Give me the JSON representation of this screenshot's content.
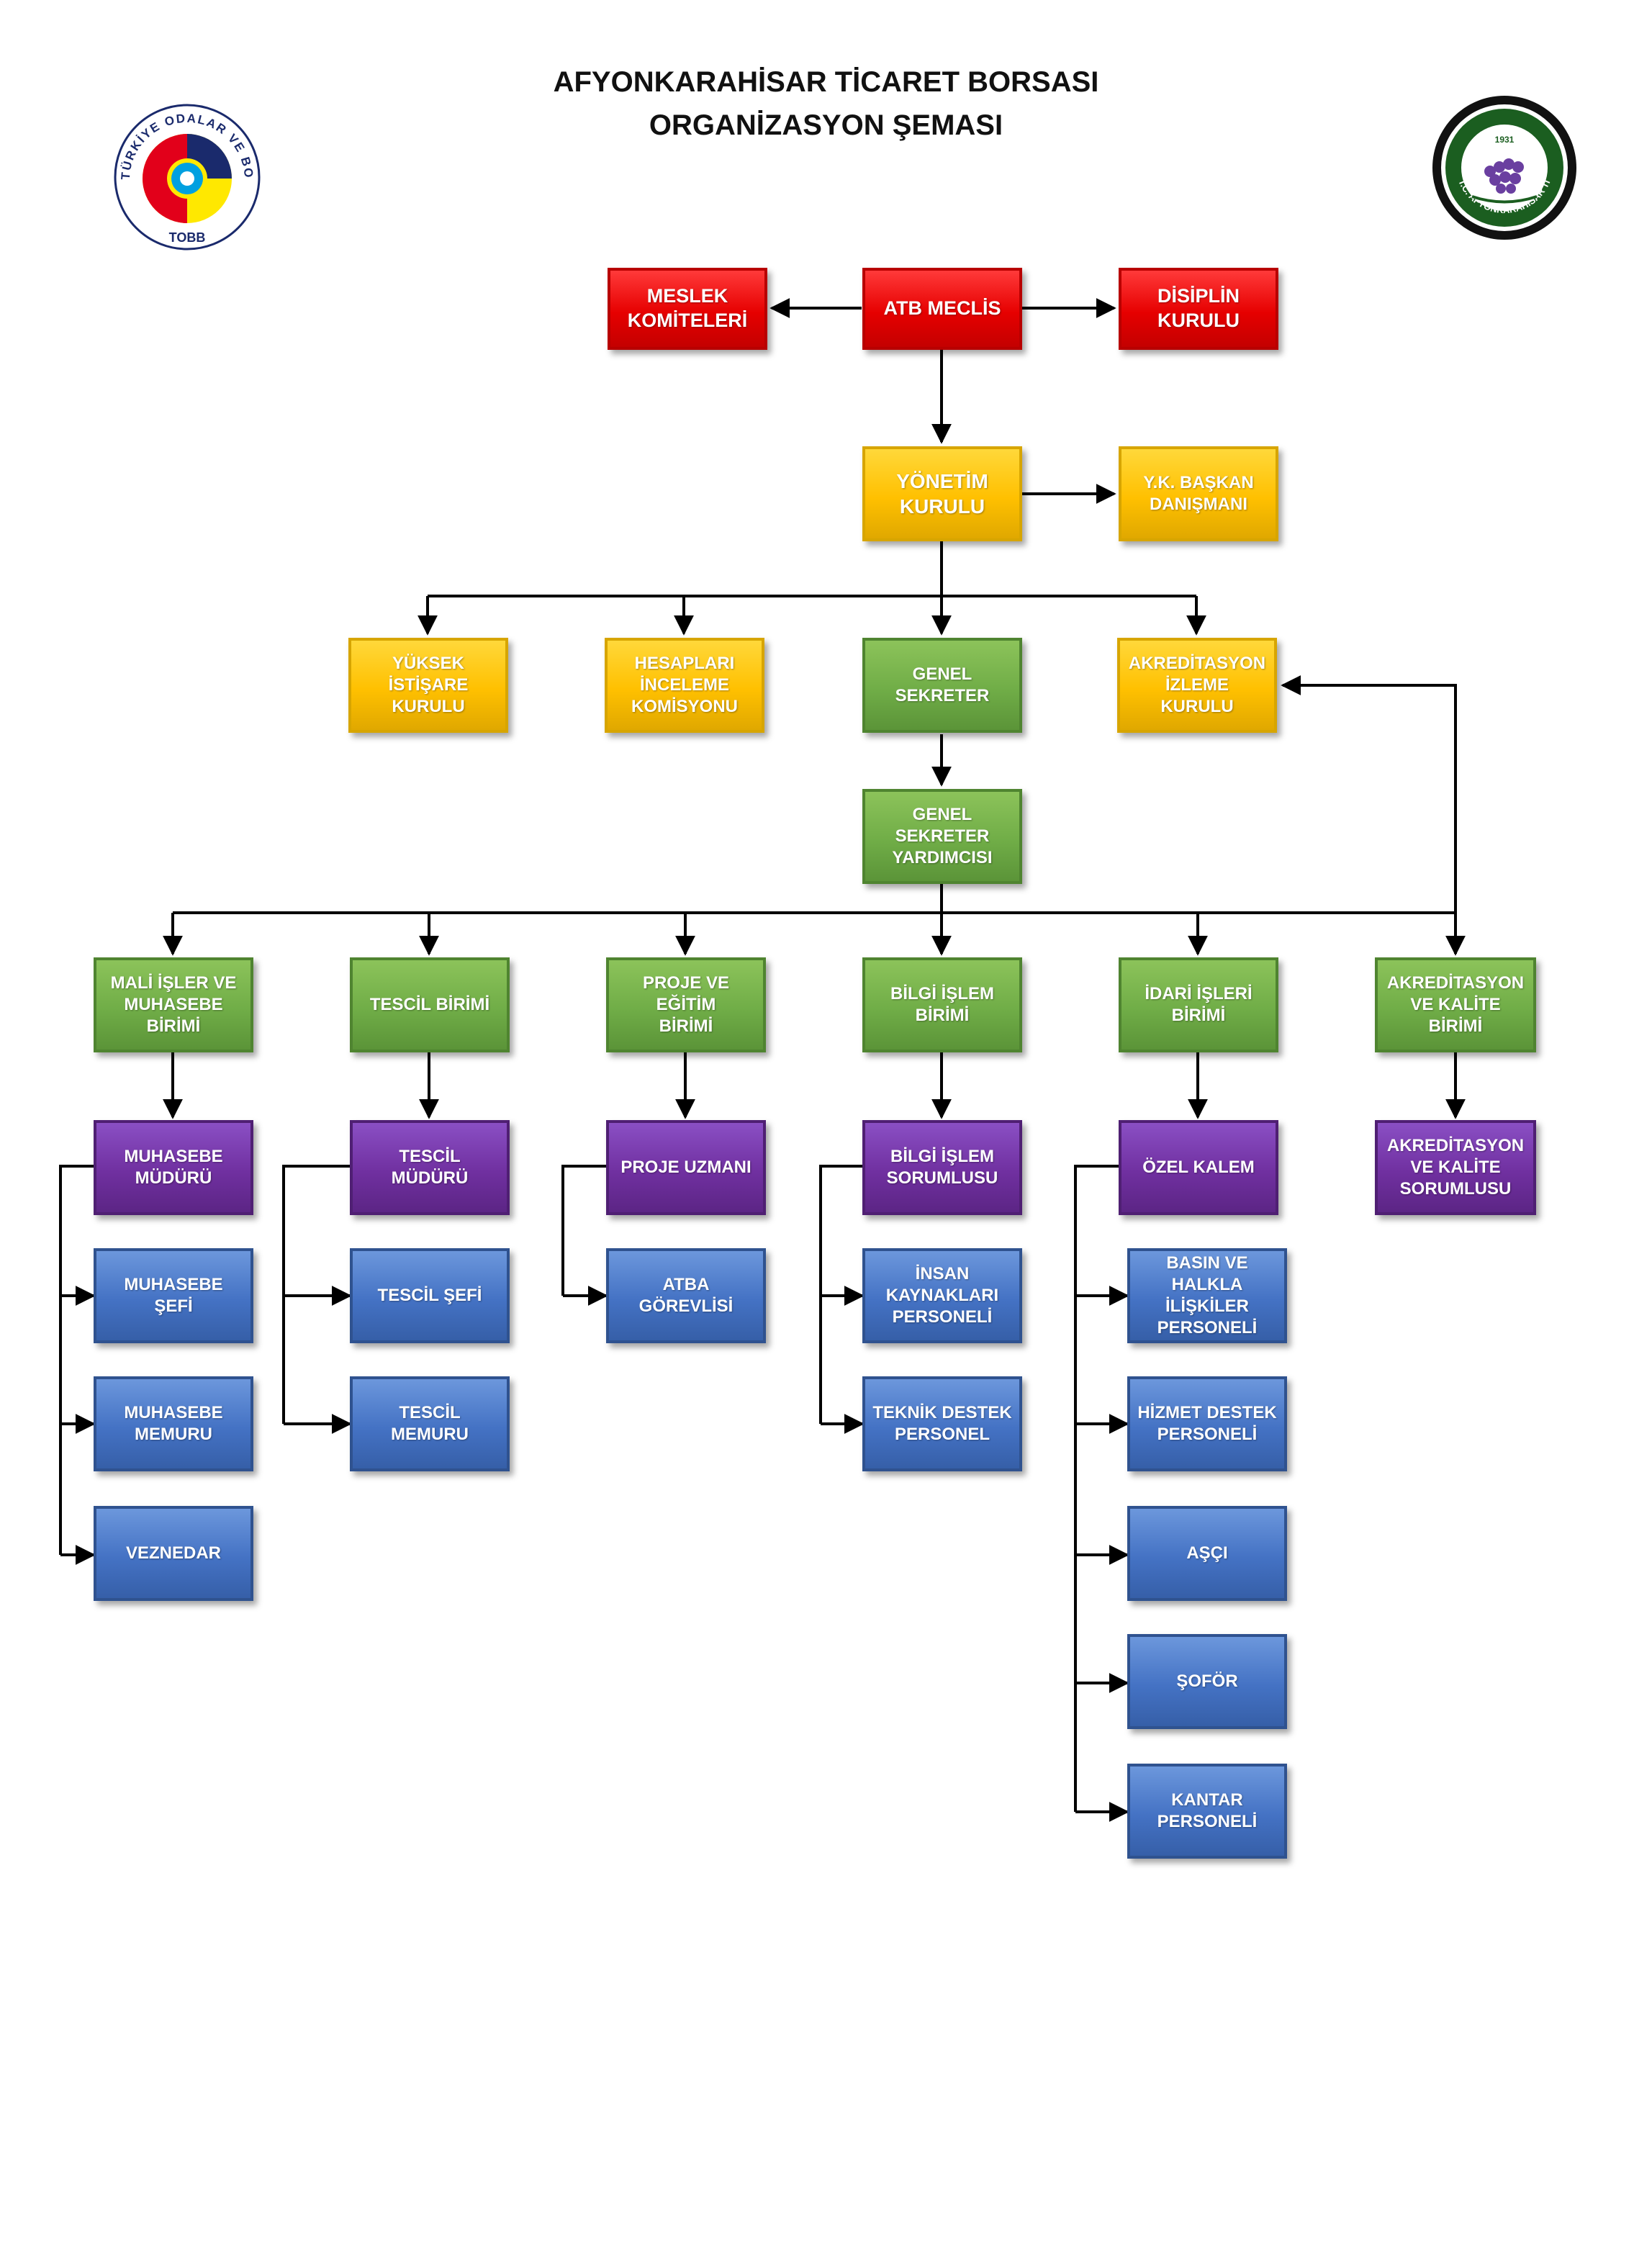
{
  "title": {
    "line1": "AFYONKARAHİSAR TİCARET BORSASI",
    "line2": "ORGANİZASYON ŞEMASI"
  },
  "logos": {
    "left_text": "TÜRKİYE ODALAR VE BORSALAR BİRLİĞİ",
    "left_abbr": "TOBB",
    "right_text": "T.C. AFYONKARAHİSAR TİCARET BORSASI",
    "right_year": "1931"
  },
  "colors": {
    "council": "#e60000",
    "board": "#ffc000",
    "administration": "#70ad47",
    "management": "#7030a0",
    "staff": "#4472c4"
  },
  "nodes": {
    "meslek_komiteleri": "MESLEK\nKOMİTELERİ",
    "atb_meclis": "ATB MECLİS",
    "disiplin_kurulu": "DİSİPLİN\nKURULU",
    "yonetim_kurulu": "YÖNETİM\nKURULU",
    "yk_baskan_danismani": "Y.K. BAŞKAN\nDANIŞMANI",
    "yuksek_istisare_kurulu": "YÜKSEK İSTİŞARE\nKURULU",
    "hesaplari_inceleme_komisyonu": "HESAPLARI\nİNCELEME\nKOMİSYONU",
    "genel_sekreter": "GENEL SEKRETER",
    "akreditasyon_izleme_kurulu": "AKREDİTASYON\nİZLEME KURULU",
    "genel_sekreter_yardimcisi": "GENEL SEKRETER\nYARDIMCISI",
    "mali_isler_muhasebe_birimi": "MALİ İŞLER VE\nMUHASEBE\nBİRİMİ",
    "tescil_birimi": "TESCİL BİRİMİ",
    "proje_egitim_birimi": "PROJE VE EĞİTİM\nBİRİMİ",
    "bilgi_islem_birimi": "BİLGİ İŞLEM\nBİRİMİ",
    "idari_isler_birimi": "İDARİ İŞLERİ\nBİRİMİ",
    "akreditasyon_kalite_birimi": "AKREDİTASYON\nVE KALİTE BİRİMİ",
    "muhasebe_muduru": "MUHASEBE\nMÜDÜRÜ",
    "tescil_muduru": "TESCİL MÜDÜRÜ",
    "proje_uzmani": "PROJE UZMANI",
    "bilgi_islem_sorumlusu": "BİLGİ İŞLEM\nSORUMLUSU",
    "ozel_kalem": "ÖZEL KALEM",
    "akreditasyon_kalite_sorumlusu": "AKREDİTASYON\nVE KALİTE\nSORUMLUSU",
    "muhasebe_sefi": "MUHASEBE ŞEFİ",
    "muhasebe_memuru": "MUHASEBE\nMEMURU",
    "veznedar": "VEZNEDAR",
    "tescil_sefi": "TESCİL ŞEFİ",
    "tescil_memuru": "TESCİL MEMURU",
    "atba_gorevlisi": "ATBA GÖREVLİSİ",
    "insan_kaynaklari_personeli": "İNSAN\nKAYNAKLARI\nPERSONELİ",
    "teknik_destek_personel": "TEKNİK DESTEK\nPERSONEL",
    "basin_halkla_iliskiler_personeli": "BASIN VE HALKLA\nİLİŞKİLER\nPERSONELİ",
    "hizmet_destek_personeli": "HİZMET DESTEK\nPERSONELİ",
    "asci": "AŞÇI",
    "sofor": "ŞOFÖR",
    "kantar_personeli": "KANTAR\nPERSONELİ"
  }
}
